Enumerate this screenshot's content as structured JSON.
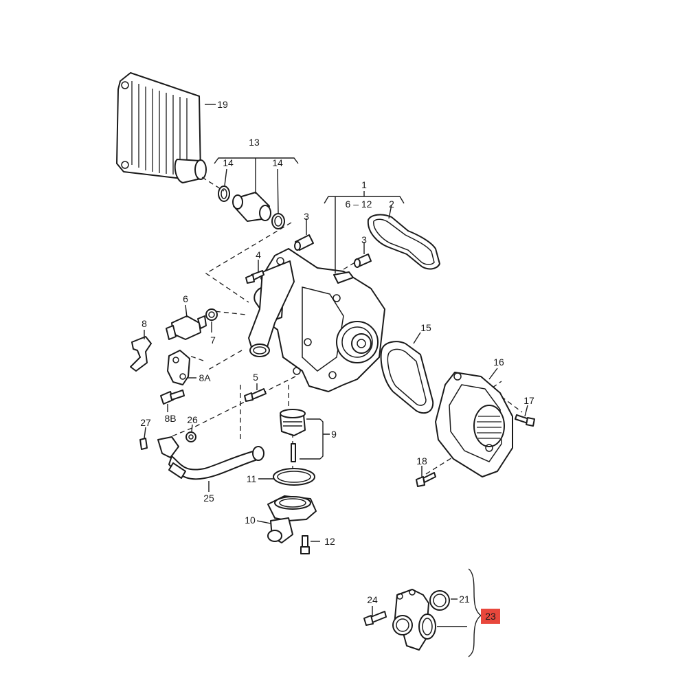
{
  "labels": {
    "p1": "1",
    "p6_12": "6 – 12",
    "p2": "2",
    "p3a": "3",
    "p3b": "3",
    "p4": "4",
    "p5": "5",
    "p6": "6",
    "p7": "7",
    "p8": "8",
    "p8a": "8A",
    "p8b": "8B",
    "p9": "9",
    "p10": "10",
    "p11": "11",
    "p12": "12",
    "p13": "13",
    "p14a": "14",
    "p14b": "14",
    "p15": "15",
    "p16": "16",
    "p17": "17",
    "p18": "18",
    "p19": "19",
    "p21": "21",
    "p23": "23",
    "p24": "24",
    "p25": "25",
    "p26": "26",
    "p27": "27"
  },
  "highlight": {
    "part": "23",
    "color": "#e8473c"
  }
}
